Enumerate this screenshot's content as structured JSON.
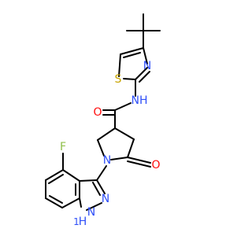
{
  "colors": {
    "bond": "#000000",
    "nitrogen": "#3050f8",
    "oxygen": "#ff0d0d",
    "sulfur": "#c8a400",
    "fluorine": "#8fbf4a",
    "carbon": "#000000",
    "background": "#ffffff"
  },
  "atoms": {
    "n_thiazole": "N",
    "s_thiazole": "S",
    "nh_amide": "NH",
    "o_amide": "O",
    "o_lactam": "O",
    "n_lactam": "N",
    "f_subst": "F",
    "n_indazole": "N",
    "nh_indazole_n": "N",
    "nh_indazole_h": "H",
    "nh_indazole_1": "1"
  }
}
